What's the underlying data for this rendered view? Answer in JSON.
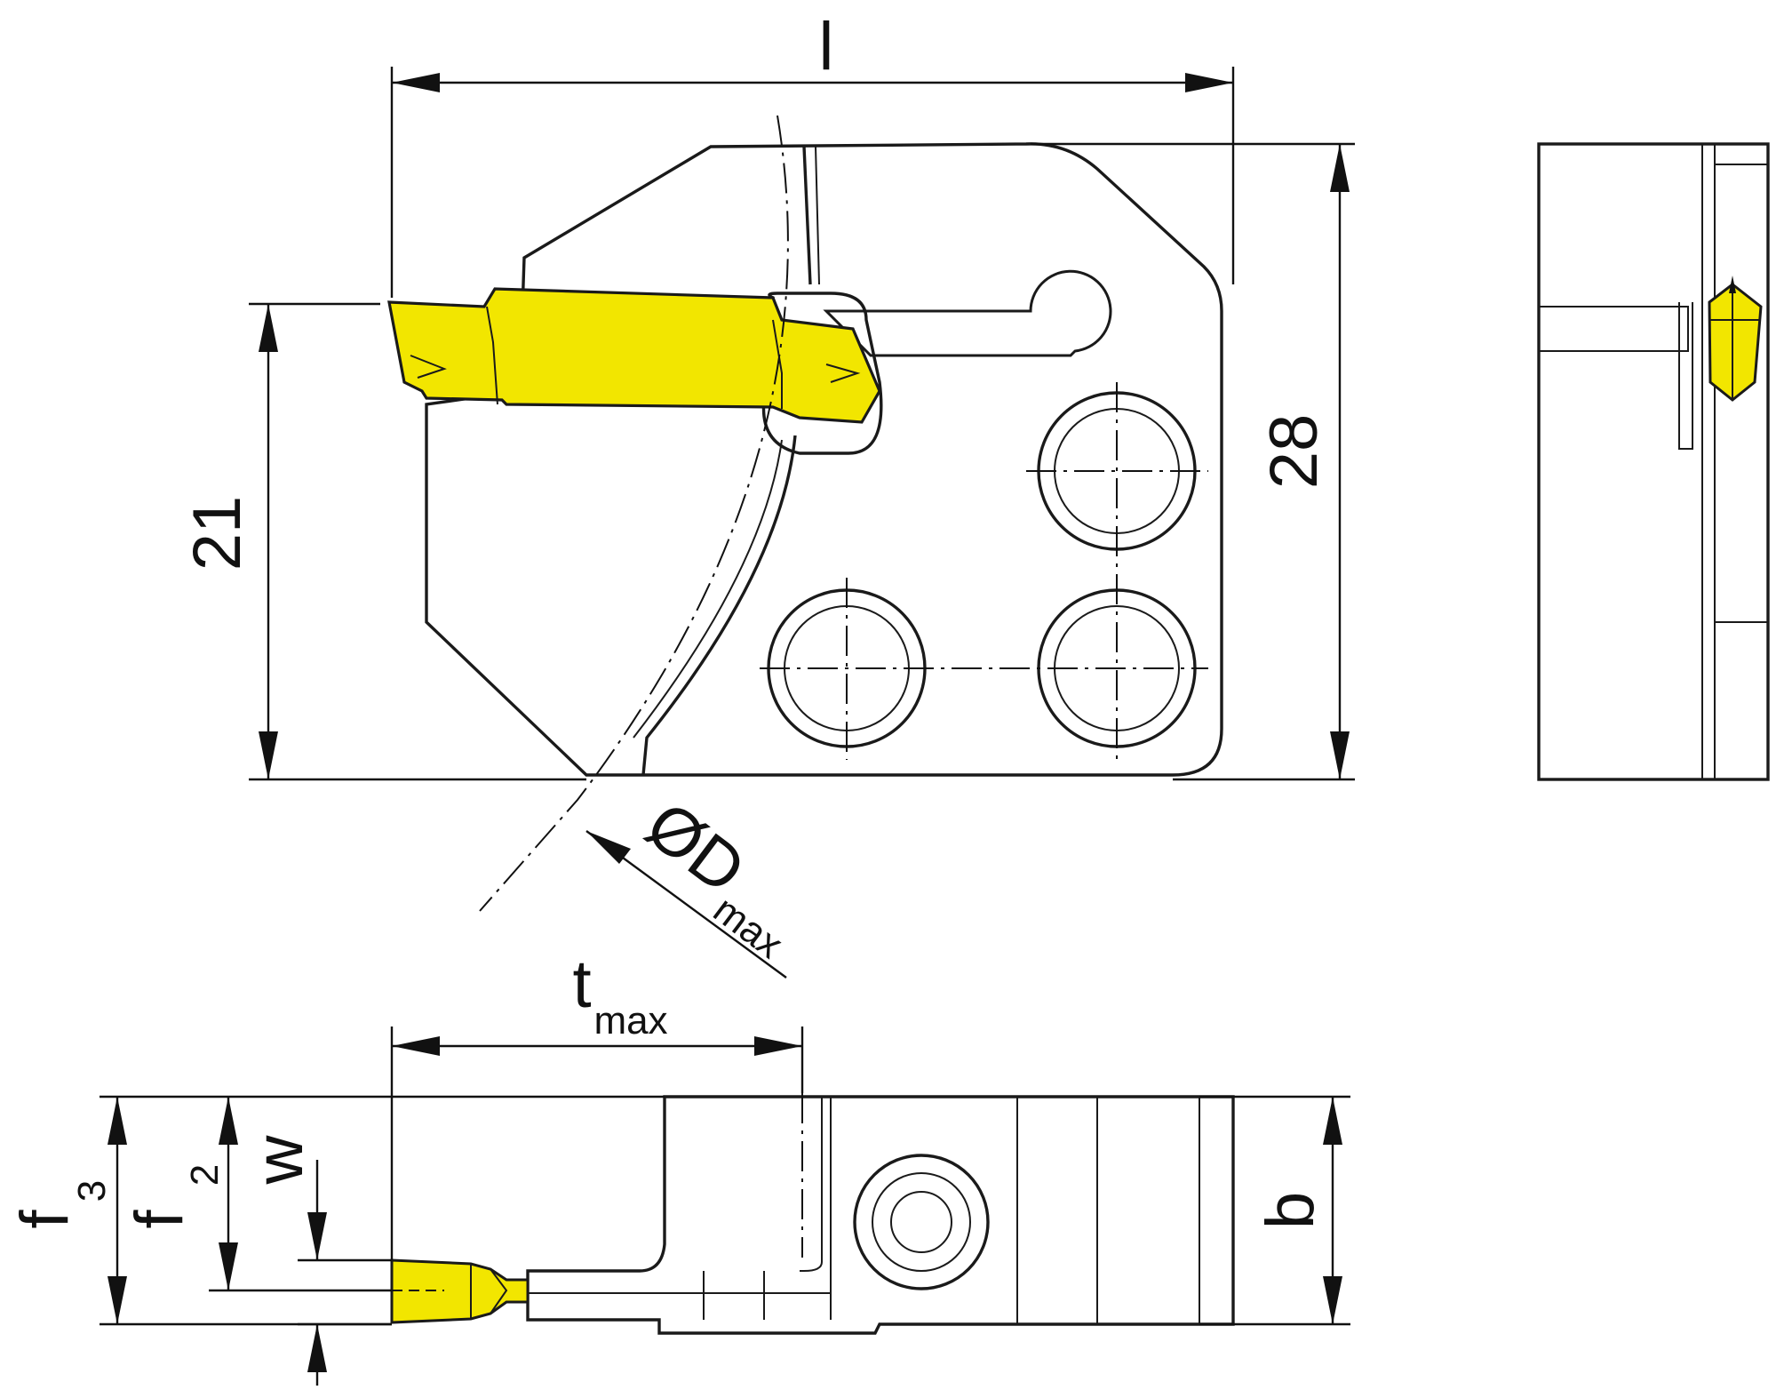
{
  "dimensions": {
    "length": "l",
    "height_28": "28",
    "height_21": "21",
    "diameter_symbol": "ØD",
    "diameter_sub": "max",
    "depth": "t",
    "depth_sub": "max",
    "width_w": "w",
    "f2": "f",
    "f2_sub": "2",
    "f3": "f",
    "f3_sub": "3",
    "b": "b"
  },
  "colors": {
    "body": "#b4b4b4",
    "insert": "#f2e600",
    "outline": "#1a1a1a",
    "hole": "#ffffff"
  }
}
